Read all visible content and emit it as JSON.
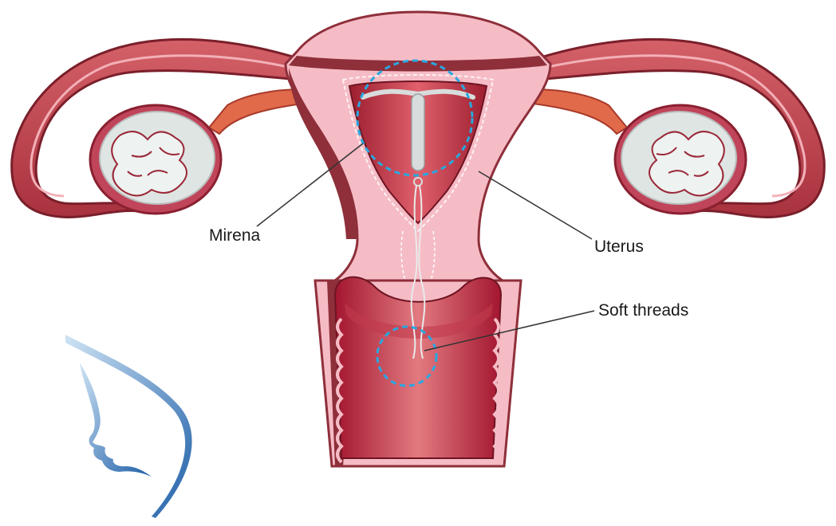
{
  "labels": {
    "mirena": "Mirena",
    "uterus": "Uterus",
    "soft_threads": "Soft threads"
  },
  "colors": {
    "tissue_pink": "#f6bcc6",
    "uterine_wall": "#8e2f3a",
    "cavity_red": "#b8263a",
    "tube_red": "#c44550",
    "fimbria_orange": "#e06a4a",
    "ovary_grey": "#dfe5e2",
    "iud_grey": "#d8dcdc",
    "highlight_circle": "#29a8e0",
    "leader_line": "#333333",
    "logo_blue": "#2e73b8"
  },
  "icons": [
    "face-profile-logo"
  ]
}
